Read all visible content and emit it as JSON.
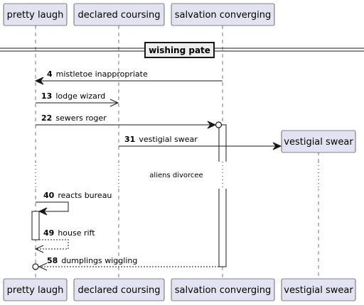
{
  "participants": [
    {
      "id": "p1",
      "name": "pretty laugh"
    },
    {
      "id": "p2",
      "name": "declared coursing"
    },
    {
      "id": "p3",
      "name": "salvation converging"
    },
    {
      "id": "p4",
      "name": "vestigial swear"
    }
  ],
  "group": {
    "label": "wishing pate"
  },
  "messages": [
    {
      "num": "4",
      "text": "mistletoe inappropriate"
    },
    {
      "num": "13",
      "text": "lodge wizard"
    },
    {
      "num": "22",
      "text": "sewers roger"
    },
    {
      "num": "31",
      "text": "vestigial swear"
    },
    {
      "num": "40",
      "text": "reacts bureau"
    },
    {
      "num": "49",
      "text": "house rift"
    },
    {
      "num": "58",
      "text": "dumplings wiggling"
    }
  ],
  "delay": {
    "text": "aliens divorcee"
  },
  "colors": {
    "participant_fill": "#e2e2f0",
    "line": "#181818"
  }
}
